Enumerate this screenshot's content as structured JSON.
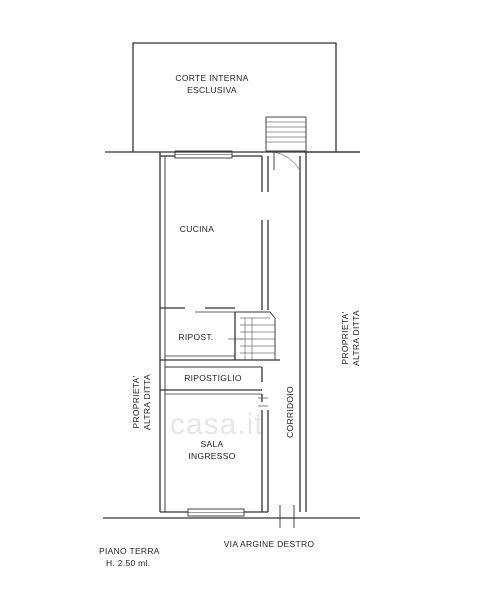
{
  "plan": {
    "rooms": {
      "corte_line1": "CORTE INTERNA",
      "corte_line2": "ESCLUSIVA",
      "cucina": "CUCINA",
      "ripost": "RIPOST.",
      "ripostiglio": "RIPOSTIGLIO",
      "sala_line1": "SALA",
      "sala_line2": "INGRESSO",
      "corridoio": "CORRIDOIO"
    },
    "neighbors": {
      "left_line1": "PROPRIETA'",
      "left_line2": "ALTRA DITTA",
      "right_line1": "PROPRIETA'",
      "right_line2": "ALTRA DITTA"
    },
    "street": "VIA ARGINE DESTRO",
    "footer": {
      "floor": "PIANO TERRA",
      "height": "H. 2.50 ml."
    },
    "watermark": "casa.it"
  }
}
